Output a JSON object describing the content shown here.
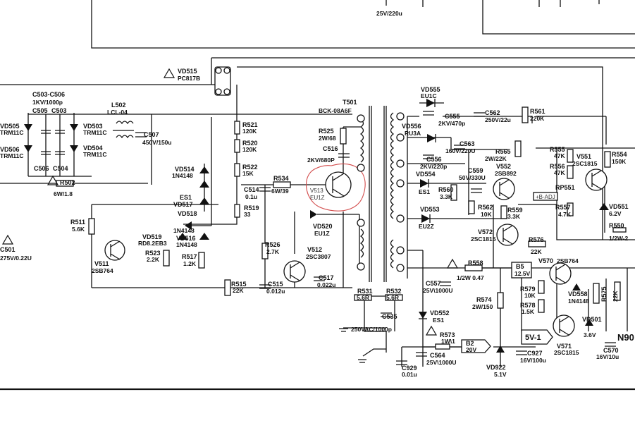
{
  "top_fragments": {
    "cap_top": "25V/220u"
  },
  "left": {
    "c503_header": "C503-C506",
    "c503_rating": "1KV/1000p",
    "c505": "C505",
    "c503": "C503",
    "c506": "C506",
    "c504": "C504",
    "vd505": "VD505",
    "vd505_t": "TRM11C",
    "vd506": "VD506",
    "vd506_t": "TRM11C",
    "vd503": "VD503",
    "vd503_t": "TRM11C",
    "vd504": "VD504",
    "vd504_t": "TRM11C",
    "l502": "L502",
    "l502_t": "LCL-04",
    "c507": "C507",
    "c507_v": "450V/150u",
    "r502": "R502",
    "r502_v": "6W/1.8",
    "c501": "C501",
    "c501_v": "275V/0.22U",
    "vd515": "VD515",
    "vd515_t": "PC817B"
  },
  "center": {
    "r521": "R521",
    "r521_v": "120K",
    "r520": "R520",
    "r520_v": "120K",
    "r522": "R522",
    "r522_v": "15K",
    "vd514": "VD514",
    "vd514_t": "1N4148",
    "es1_a": "ES1",
    "vd517": "VD517",
    "vd518": "VD518",
    "vd518_t": "1N4148",
    "vd519": "VD519",
    "vd519_t": "RD8.2EB3",
    "vd516": "VD516",
    "vd516_t": "1N4148",
    "r511": "R511",
    "r511_v": "5.6K",
    "v511": "V511",
    "v511_t": "2SB764",
    "r523": "R523",
    "r523_v": "2.2K",
    "r517": "R517",
    "r517_v": "1.2K",
    "r534": "R534",
    "r534_v": "6W/39",
    "c514": "C514",
    "c514_v": "0.1u",
    "r519": "R519",
    "r519_v": "33",
    "r526": "R526",
    "r526_v": "2.7K",
    "r525": "R525",
    "r525_v": "2W/68",
    "c516": "C516",
    "c516_v": "2KV/680P",
    "v513": "V513",
    "v513_t": "EU1Z",
    "vd520": "VD520",
    "vd520_t": "EU1Z",
    "v512": "V512",
    "v512_t": "2SC3807",
    "c517": "C517",
    "c517_v": "0.022u",
    "r515": "R515",
    "r515_v": "22K",
    "c515": "C515",
    "c515_v": "0.012u",
    "r531": "R531",
    "r531_v": "5.6R",
    "r532": "R532",
    "r532_v": "5.6R",
    "c535": "C535",
    "c535_v": "250VAC/1000p",
    "t501": "T501",
    "t501_t": "BCK-08A6F"
  },
  "right": {
    "vd555": "VD555",
    "vd555_t": "EU1C",
    "c555": "C555",
    "c555_v": "2KV/470p",
    "c562": "C562",
    "c562_v": "250V/22u",
    "r561": "R561",
    "r561_v": "220K",
    "vd556": "VD556",
    "vd556_t": "RU3A",
    "c563": "C563",
    "c563_v": "160V/220U",
    "c556": "C556",
    "c556_v": "2KV/220p",
    "r565": "R565",
    "r565_v": "2W/22K",
    "vd554": "VD554",
    "vd554_t": "ES1",
    "c559": "C559",
    "c559_v": "50V/330U",
    "r560": "R560",
    "r560_v": "3.3K",
    "r562": "R562",
    "r562_v": "10K",
    "v552": "V552",
    "v552_t": "2SB892",
    "r559": "R559",
    "r559_v": "3.3K",
    "vd553": "VD553",
    "vd553_t": "EU2Z",
    "v572": "V572",
    "v572_t": "2SC1815",
    "r576": "R576",
    "r576_v": "22K",
    "r555": "R555",
    "r555_v": "47K",
    "r556": "R556",
    "r556_v": "47K",
    "v551": "V551",
    "v551_t": "2SC1815",
    "r554": "R554",
    "r554_v": "150K",
    "rp551": "RP551",
    "rp551_t": "+B-ADJ",
    "r557": "R557",
    "r557_v": "4.7K",
    "vd551": "VD551",
    "vd551_v": "6.2V",
    "r550": "R550",
    "r550_v": "1/2W-2",
    "r558": "R558",
    "r558_v": "1/2W 0.47",
    "b5": "B5",
    "b5_v": "12.5V",
    "v570": "V570",
    "v570_t": "2SB764",
    "c557": "C557",
    "c557_v": "25V\\1000U",
    "r574": "R574",
    "r574_v": "2W/150",
    "r579": "R579",
    "r579_v": "10K",
    "r578": "R578",
    "r578_v": "1.5K",
    "vd558": "VD558",
    "vd558_t": "1N4148",
    "r575": "R575",
    "r575_v": "22K",
    "vd501": "VD501",
    "vd501_v": "3.6V",
    "v571": "V571",
    "v571_t": "2SC1815",
    "n90": "N90",
    "c570": "C570",
    "c570_v": "16V/10u",
    "vd552": "VD552",
    "vd552_t": "ES1",
    "r573": "R573",
    "r573_v": "1W\\1",
    "b2": "B2",
    "b2_v": "20V",
    "c564": "C564",
    "c564_v": "25V\\1000U",
    "c929": "C929",
    "c929_v": "0.01u",
    "vd922": "VD922",
    "vd922_v": "5.1V",
    "c927": "C927",
    "c927_v": "16V/100u",
    "v5": "5V-1"
  }
}
